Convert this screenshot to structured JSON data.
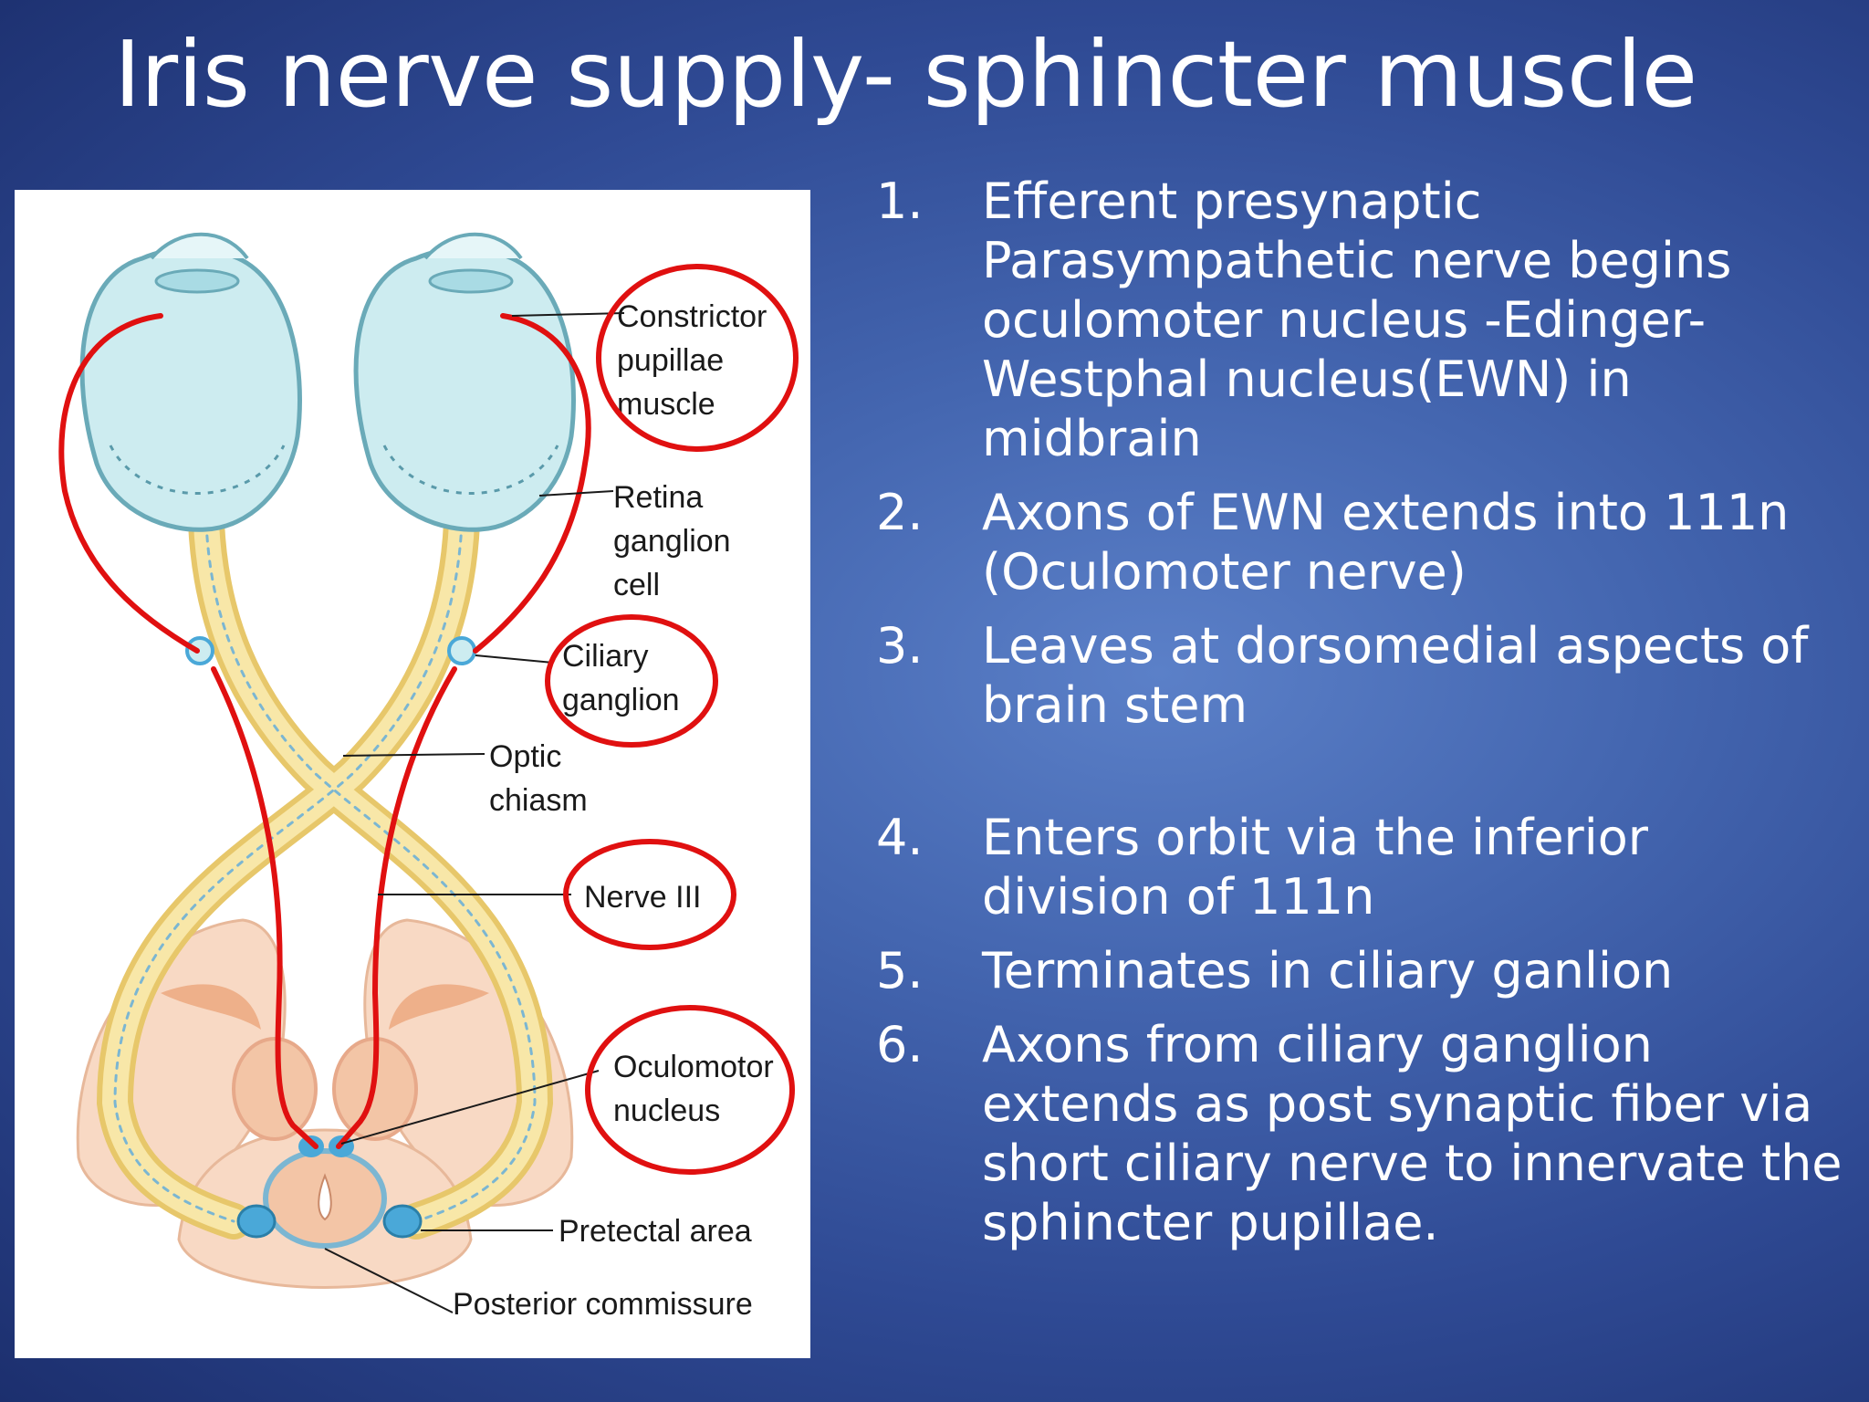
{
  "slide": {
    "title": "Iris nerve supply- sphincter muscle"
  },
  "diagram": {
    "labels": {
      "constrictor": [
        "Constrictor",
        "pupillae",
        "muscle"
      ],
      "retina": [
        "Retina",
        "ganglion",
        "cell"
      ],
      "ciliary": [
        "Ciliary",
        "ganglion"
      ],
      "optic": [
        "Optic",
        "chiasm"
      ],
      "nerve3": "Nerve III",
      "oculomotor": [
        "Oculomotor",
        "nucleus"
      ],
      "pretectal": "Pretectal area",
      "posterior": "Posterior commissure"
    },
    "colors": {
      "eye_fill": "#cdecf0",
      "eye_stroke": "#6aaab8",
      "optic_tract": "#f3dd8e",
      "brain_tissue": "#f3c5a6",
      "pathway_highlight": "#e01010",
      "nucleus": "#4aa8d8"
    }
  },
  "steps": [
    {
      "num": "1.",
      "text": "Efferent presynaptic Parasympathetic nerve begins oculomoter nucleus -Edinger-Westphal nucleus(EWN) in midbrain"
    },
    {
      "num": "2.",
      "text": "Axons of EWN extends into 111n (Oculomoter nerve)"
    },
    {
      "num": "3.",
      "text": "Leaves at dorsomedial aspects of brain stem"
    },
    {
      "num": "4.",
      "text": "Enters orbit via the inferior division of 111n"
    },
    {
      "num": "5.",
      "text": "Terminates in ciliary ganlion"
    },
    {
      "num": "6.",
      "text": "Axons from ciliary ganglion extends as post synaptic fiber via short ciliary nerve to innervate the sphincter pupillae."
    }
  ]
}
